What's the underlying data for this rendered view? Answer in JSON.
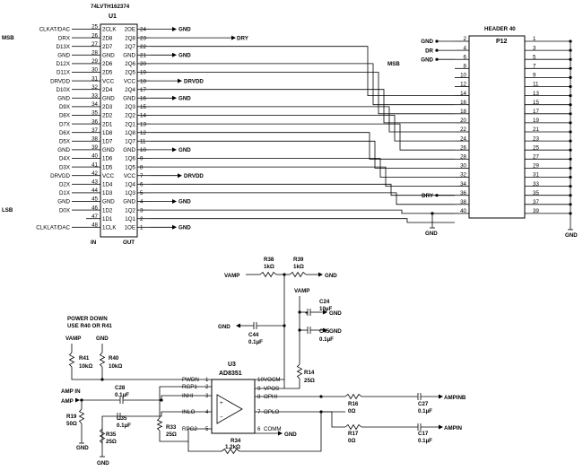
{
  "u1": {
    "part": "74LVTH162374",
    "ref": "U1",
    "in_label": "IN",
    "out_label": "OUT",
    "left_pins": [
      {
        "num": "25",
        "name": "2CLK",
        "net": "CLKAT/DAC"
      },
      {
        "num": "26",
        "name": "2D8",
        "net": "DRX"
      },
      {
        "num": "27",
        "name": "2D7",
        "net": "D13X"
      },
      {
        "num": "28",
        "name": "GND",
        "net": "GND"
      },
      {
        "num": "29",
        "name": "2D6",
        "net": "D12X"
      },
      {
        "num": "30",
        "name": "2D5",
        "net": "D11X"
      },
      {
        "num": "31",
        "name": "VCC",
        "net": "DRVDD"
      },
      {
        "num": "32",
        "name": "2D4",
        "net": "D10X"
      },
      {
        "num": "33",
        "name": "GND",
        "net": "GND"
      },
      {
        "num": "34",
        "name": "2D3",
        "net": "D9X"
      },
      {
        "num": "35",
        "name": "2D2",
        "net": "D8X"
      },
      {
        "num": "36",
        "name": "2D1",
        "net": "D7X"
      },
      {
        "num": "37",
        "name": "1D8",
        "net": "D6X"
      },
      {
        "num": "38",
        "name": "1D7",
        "net": "D5X"
      },
      {
        "num": "39",
        "name": "GND",
        "net": "GND"
      },
      {
        "num": "40",
        "name": "1D6",
        "net": "D4X"
      },
      {
        "num": "41",
        "name": "1D5",
        "net": "D3X"
      },
      {
        "num": "42",
        "name": "VCC",
        "net": "DRVDD"
      },
      {
        "num": "43",
        "name": "1D4",
        "net": "D2X"
      },
      {
        "num": "44",
        "name": "1D3",
        "net": "D1X"
      },
      {
        "num": "45",
        "name": "GND",
        "net": "GND"
      },
      {
        "num": "46",
        "name": "1D2",
        "net": "D0X"
      },
      {
        "num": "47",
        "name": "1D1",
        "net": ""
      },
      {
        "num": "48",
        "name": "1CLK",
        "net": "CLKLAT/DAC"
      }
    ],
    "right_pins": [
      {
        "num": "24",
        "name": "2OE",
        "net": "GND"
      },
      {
        "num": "23",
        "name": "2Q8",
        "net": "DRY"
      },
      {
        "num": "22",
        "name": "2Q7",
        "net": ""
      },
      {
        "num": "21",
        "name": "GND",
        "net": "GND"
      },
      {
        "num": "20",
        "name": "2Q6",
        "net": ""
      },
      {
        "num": "19",
        "name": "2Q5",
        "net": ""
      },
      {
        "num": "18",
        "name": "VCC",
        "net": "DRVDD"
      },
      {
        "num": "17",
        "name": "2Q4",
        "net": ""
      },
      {
        "num": "16",
        "name": "GND",
        "net": "GND"
      },
      {
        "num": "15",
        "name": "2Q3",
        "net": ""
      },
      {
        "num": "14",
        "name": "2Q2",
        "net": ""
      },
      {
        "num": "13",
        "name": "2Q1",
        "net": ""
      },
      {
        "num": "12",
        "name": "1Q8",
        "net": ""
      },
      {
        "num": "11",
        "name": "1Q7",
        "net": ""
      },
      {
        "num": "10",
        "name": "GND",
        "net": "GND"
      },
      {
        "num": "9",
        "name": "1Q6",
        "net": ""
      },
      {
        "num": "8",
        "name": "1Q5",
        "net": ""
      },
      {
        "num": "7",
        "name": "VCC",
        "net": "DRVDD"
      },
      {
        "num": "6",
        "name": "1Q4",
        "net": ""
      },
      {
        "num": "5",
        "name": "1Q3",
        "net": ""
      },
      {
        "num": "4",
        "name": "GND",
        "net": "GND"
      },
      {
        "num": "3",
        "name": "1Q2",
        "net": ""
      },
      {
        "num": "2",
        "name": "1Q1",
        "net": ""
      },
      {
        "num": "1",
        "name": "1OE",
        "net": "GND"
      }
    ],
    "clk_top_net": "CLKAT/DAC",
    "clk_bottom_net": "CLKLAT/DAC"
  },
  "side_labels": {
    "msb": "MSB",
    "lsb": "LSB"
  },
  "header": {
    "title": "HEADER 40",
    "ref": "P12",
    "even_pins": [
      "2",
      "4",
      "6",
      "8",
      "10",
      "12",
      "14",
      "16",
      "18",
      "20",
      "22",
      "24",
      "26",
      "28",
      "30",
      "32",
      "34",
      "36",
      "38",
      "40"
    ],
    "odd_pins": [
      "1",
      "3",
      "5",
      "7",
      "9",
      "11",
      "13",
      "15",
      "17",
      "19",
      "21",
      "23",
      "25",
      "27",
      "29",
      "31",
      "33",
      "35",
      "37",
      "39"
    ],
    "left_nets": [
      {
        "pin": "2",
        "net": "GND"
      },
      {
        "pin": "4",
        "net": "DR"
      },
      {
        "pin": "6",
        "net": "GND"
      },
      {
        "pin": "36",
        "net": "DRY"
      }
    ],
    "msb_label": "MSB",
    "gnd_label": "GND"
  },
  "amp": {
    "ref": "U3",
    "part": "AD8351",
    "pins_left": [
      {
        "num": "1",
        "name": "PWDN"
      },
      {
        "num": "2",
        "name": "RGP1"
      },
      {
        "num": "3",
        "name": "INHI"
      },
      {
        "num": "4",
        "name": "INLO"
      },
      {
        "num": "5",
        "name": "RPG2"
      }
    ],
    "pins_right": [
      {
        "num": "10",
        "name": "VOCM"
      },
      {
        "num": "9",
        "name": "VPOS"
      },
      {
        "num": "8",
        "name": "OPHI"
      },
      {
        "num": "7",
        "name": "OPLO"
      },
      {
        "num": "6",
        "name": "COMM"
      }
    ],
    "power_note": [
      "POWER DOWN",
      "USE R40 OR R41"
    ],
    "amp_in": "AMP IN",
    "amp_net": "AMP",
    "vamp": "VAMP",
    "gnd": "GND",
    "ampinb": "AMPINB",
    "ampin": "AMPIN",
    "components": {
      "r38": {
        "ref": "R38",
        "val": "1kΩ"
      },
      "r39": {
        "ref": "R39",
        "val": "1kΩ"
      },
      "c24": {
        "ref": "C24",
        "val": "10µF"
      },
      "c44": {
        "ref": "C44",
        "val": "0.1µF"
      },
      "c45": {
        "ref": "C45",
        "val": "0.1µF"
      },
      "r41": {
        "ref": "R41",
        "val": "10kΩ"
      },
      "r40": {
        "ref": "R40",
        "val": "10kΩ"
      },
      "r14": {
        "ref": "R14",
        "val": "25Ω"
      },
      "c28": {
        "ref": "C28",
        "val": "0.1µF"
      },
      "c35": {
        "ref": "C35",
        "val": "0.1µF"
      },
      "r19": {
        "ref": "R19",
        "val": "50Ω"
      },
      "r35": {
        "ref": "R35",
        "val": "25Ω"
      },
      "r33": {
        "ref": "R33",
        "val": "25Ω"
      },
      "r34": {
        "ref": "R34",
        "val": "1.2kΩ"
      },
      "r16": {
        "ref": "R16",
        "val": "0Ω"
      },
      "r17": {
        "ref": "R17",
        "val": "0Ω"
      },
      "c27": {
        "ref": "C27",
        "val": "0.1µF"
      },
      "c17": {
        "ref": "C17",
        "val": "0.1µF"
      }
    }
  }
}
